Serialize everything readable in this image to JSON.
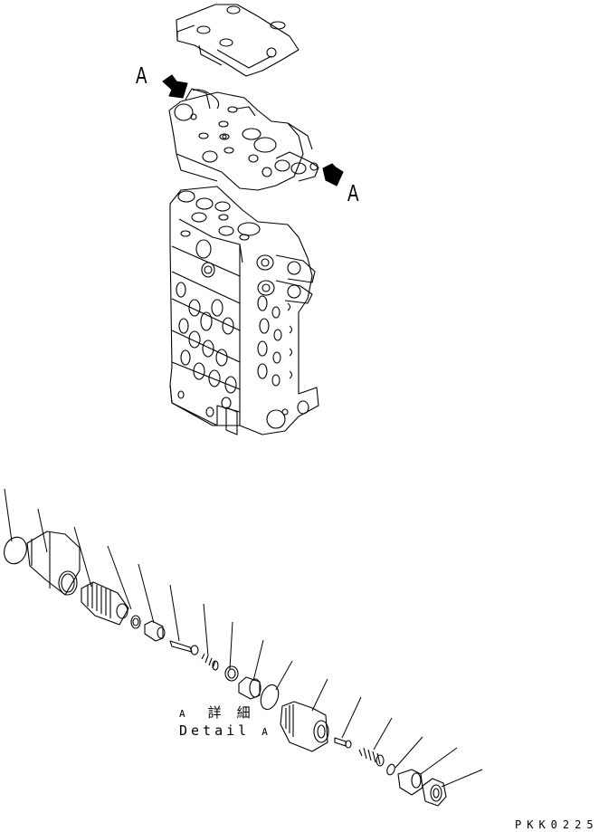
{
  "figure": {
    "type": "exploded-parts-diagram",
    "callouts": [
      {
        "id": "arrow-upper-left",
        "label": "A"
      },
      {
        "id": "arrow-right",
        "label": "A"
      }
    ],
    "detail_caption": {
      "line1_letter": "A",
      "line1_text": "詳 細",
      "line2_text": "Detail",
      "line2_letter": "A"
    },
    "drawing_code": "PKK0225",
    "parts_count": 15,
    "colors": {
      "line": "#000000",
      "background": "#ffffff"
    }
  }
}
